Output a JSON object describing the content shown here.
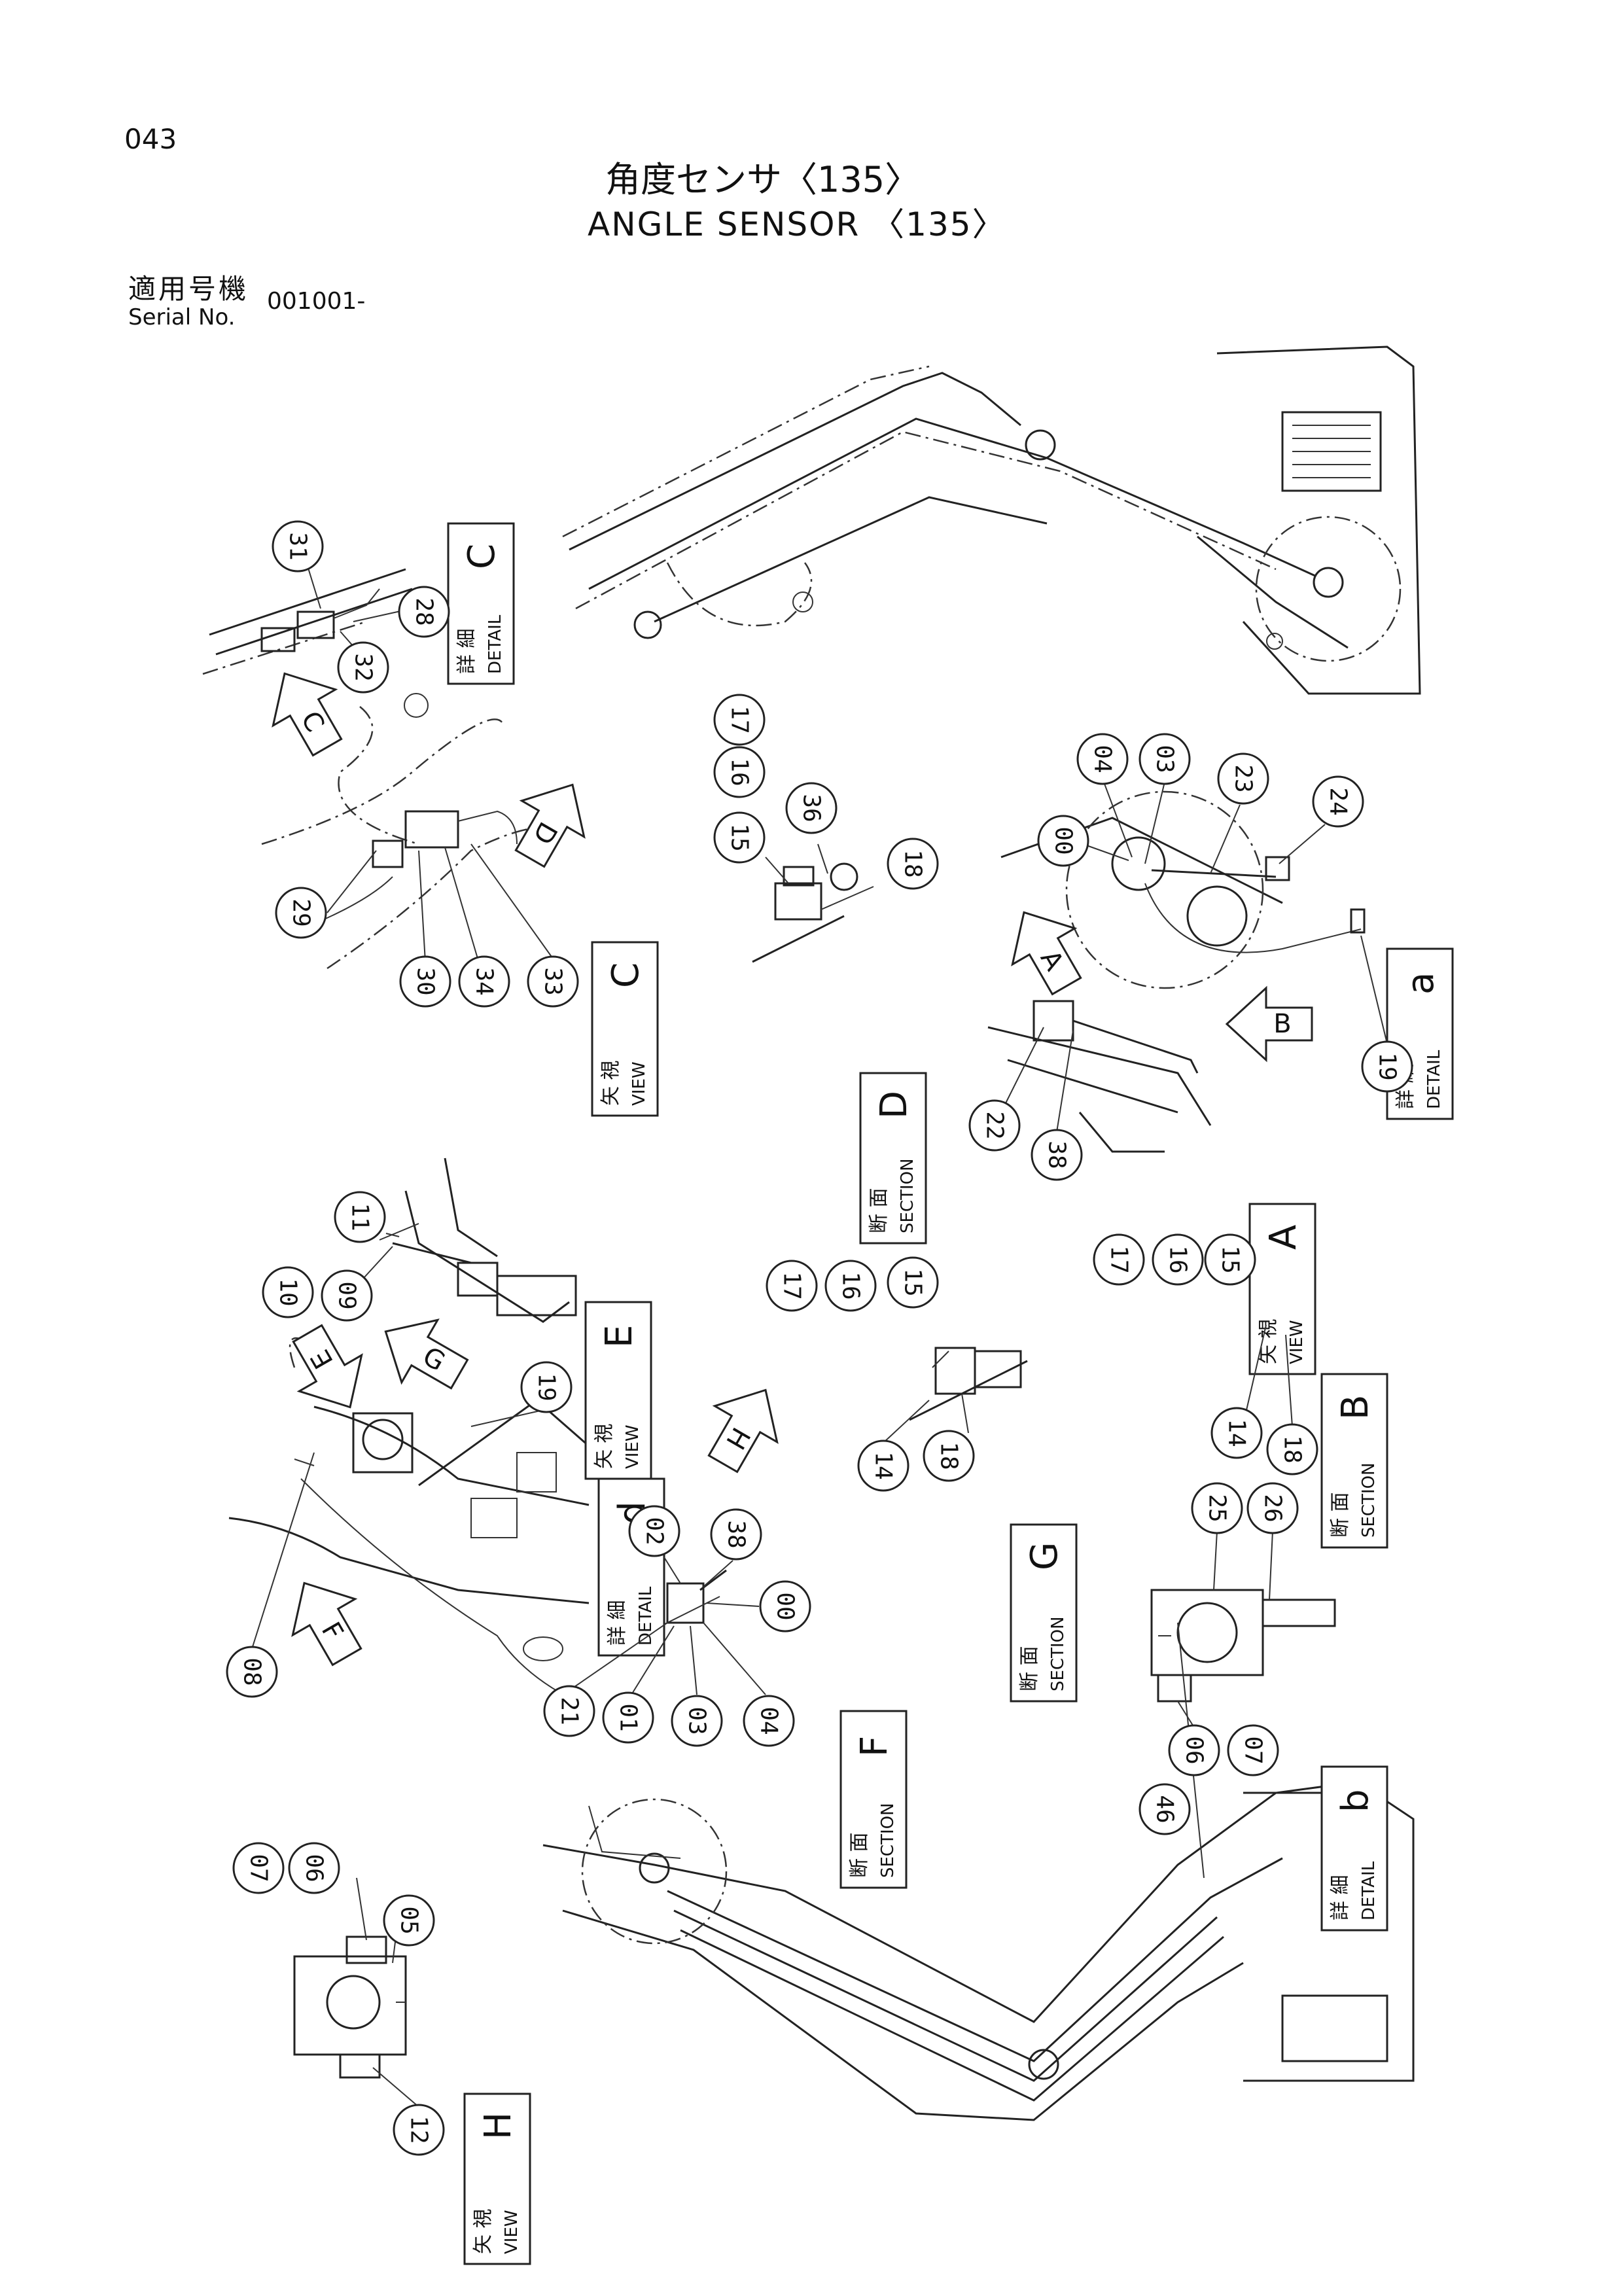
{
  "header": {
    "page_number": "043",
    "title_jp": "角度センサ〈135〉",
    "title_en": "ANGLE SENSOR 〈135〉",
    "serial_label_jp": "適用号機",
    "serial_label_en": "Serial No.",
    "serial_value": "001001-"
  },
  "view_labels": [
    {
      "jp": "詳 細",
      "en": "DETAIL",
      "letter": "C"
    },
    {
      "jp": "矢 視",
      "en": "VIEW",
      "letter": "C"
    },
    {
      "jp": "断 面",
      "en": "SECTION",
      "letter": "D"
    },
    {
      "jp": "詳 細",
      "en": "DETAIL",
      "letter": "a"
    },
    {
      "jp": "矢 視",
      "en": "VIEW",
      "letter": "A"
    },
    {
      "jp": "矢 視",
      "en": "VIEW",
      "letter": "E"
    },
    {
      "jp": "詳 細",
      "en": "DETAIL",
      "letter": "d"
    },
    {
      "jp": "断 面",
      "en": "SECTION",
      "letter": "G"
    },
    {
      "jp": "断 面",
      "en": "SECTION",
      "letter": "B"
    },
    {
      "jp": "断 面",
      "en": "SECTION",
      "letter": "F"
    },
    {
      "jp": "詳 細",
      "en": "DETAIL",
      "letter": "b"
    },
    {
      "jp": "矢 視",
      "en": "VIEW",
      "letter": "H"
    }
  ],
  "view_arrows": [
    "C",
    "D",
    "A",
    "B",
    "E",
    "G",
    "H",
    "F"
  ],
  "callouts": [
    "31",
    "28",
    "32",
    "17",
    "16",
    "15",
    "36",
    "18",
    "29",
    "30",
    "34",
    "33",
    "04",
    "03",
    "00",
    "23",
    "24",
    "19",
    "22",
    "38",
    "11",
    "10",
    "09",
    "19",
    "08",
    "17",
    "16",
    "15",
    "14",
    "18",
    "17",
    "16",
    "15",
    "14",
    "18",
    "02",
    "38",
    "00",
    "21",
    "01",
    "03",
    "04",
    "25",
    "26",
    "06",
    "07",
    "07",
    "06",
    "05",
    "12",
    "46"
  ]
}
